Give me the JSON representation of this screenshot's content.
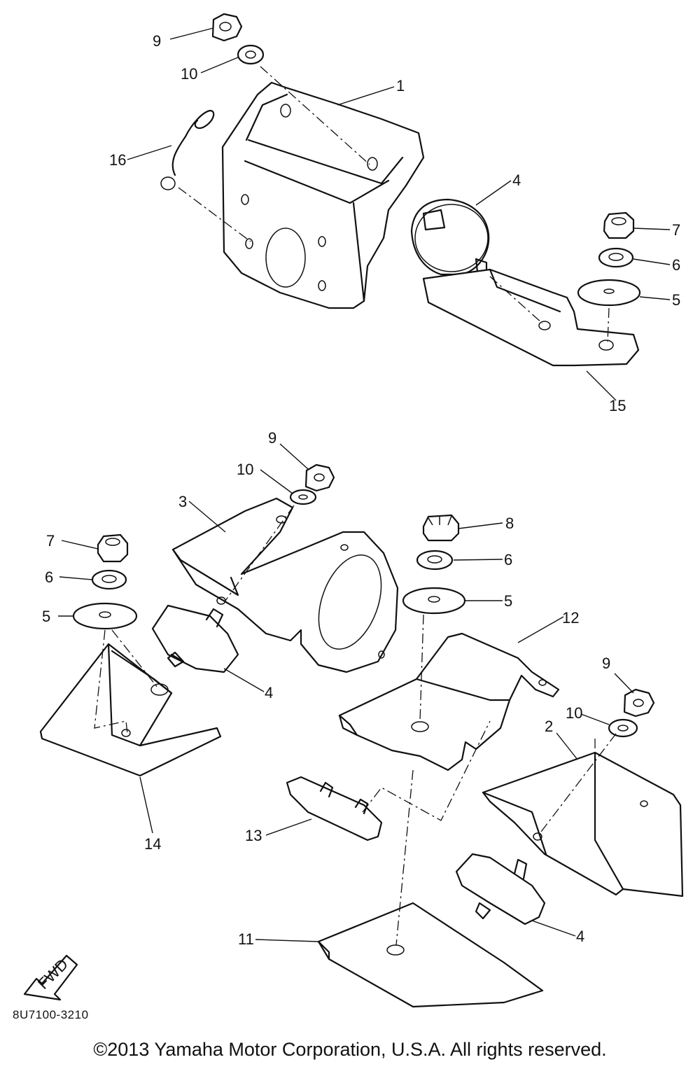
{
  "drawing_code": "8U7100-3210",
  "copyright": "©2013 Yamaha Motor Corporation, U.S.A. All rights reserved.",
  "fwd_label": "FWD",
  "callouts": {
    "c9a": "9",
    "c10a": "10",
    "c1": "1",
    "c16": "16",
    "c4a": "4",
    "c7a": "7",
    "c6a": "6",
    "c5a": "5",
    "c15": "15",
    "c9b": "9",
    "c10b": "10",
    "c3": "3",
    "c8": "8",
    "c7b": "7",
    "c6b": "6",
    "c6c": "6",
    "c5b": "5",
    "c5c": "5",
    "c4b": "4",
    "c12": "12",
    "c9c": "9",
    "c10c": "10",
    "c2": "2",
    "c14": "14",
    "c13": "13",
    "c11": "11",
    "c4c": "4"
  }
}
